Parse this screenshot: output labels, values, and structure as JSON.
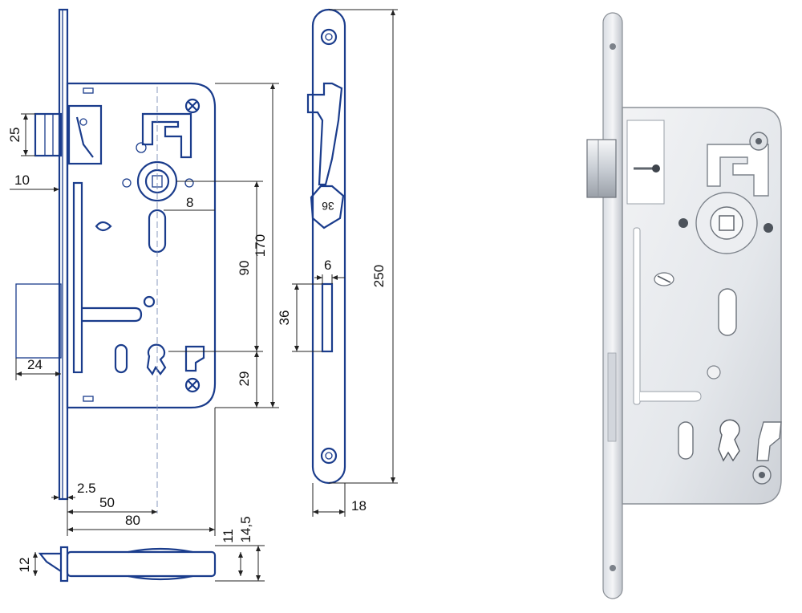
{
  "drawing": {
    "front_view": {
      "dim_25": "25",
      "dim_10": "10",
      "dim_8": "8",
      "dim_170": "170",
      "dim_90": "90",
      "dim_29": "29",
      "dim_24": "24",
      "dim_2_5": "2.5",
      "dim_50": "50",
      "dim_80": "80"
    },
    "side_view": {
      "dim_250": "250",
      "dim_6": "6",
      "dim_36": "36",
      "dim_18": "18",
      "latch_mark": "36"
    },
    "bottom_view": {
      "dim_12": "12",
      "dim_11": "11",
      "dim_14_5": "14,5"
    }
  },
  "colors": {
    "line": "#1a3c8c",
    "dimension": "#222222",
    "metal_light": "#eef0f3",
    "metal_dark": "#8a8f96"
  }
}
